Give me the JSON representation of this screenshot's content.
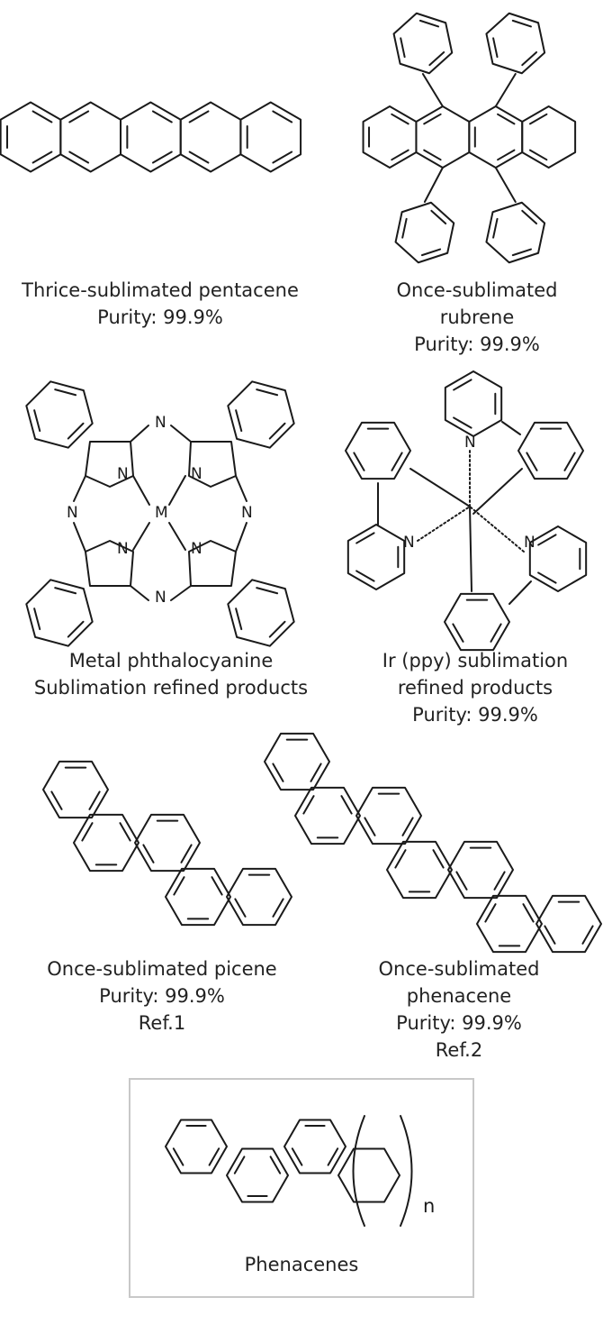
{
  "compounds": [
    {
      "id": "pentacene",
      "lines": [
        "Thrice-sublimated pentacene",
        "Purity: 99.9%"
      ]
    },
    {
      "id": "rubrene",
      "lines": [
        "Once-sublimated",
        "rubrene",
        "Purity: 99.9%"
      ]
    },
    {
      "id": "phthalocyanine",
      "lines": [
        "Metal phthalocyanine",
        "Sublimation refined products"
      ],
      "atom_labels": {
        "nitrogen": "N",
        "metal": "M"
      }
    },
    {
      "id": "irppy",
      "lines": [
        "Ir (ppy) sublimation",
        "refined products",
        "Purity: 99.9%"
      ],
      "atom_labels": {
        "nitrogen": "N"
      }
    },
    {
      "id": "picene",
      "lines": [
        "Once-sublimated picene",
        "Purity: 99.9%",
        "Ref.1"
      ]
    },
    {
      "id": "phenacene",
      "lines": [
        "Once-sublimated",
        "phenacene",
        "Purity: 99.9%",
        "Ref.2"
      ]
    }
  ],
  "phenacenes_box": {
    "label": "Phenacenes",
    "subscript": "n"
  }
}
